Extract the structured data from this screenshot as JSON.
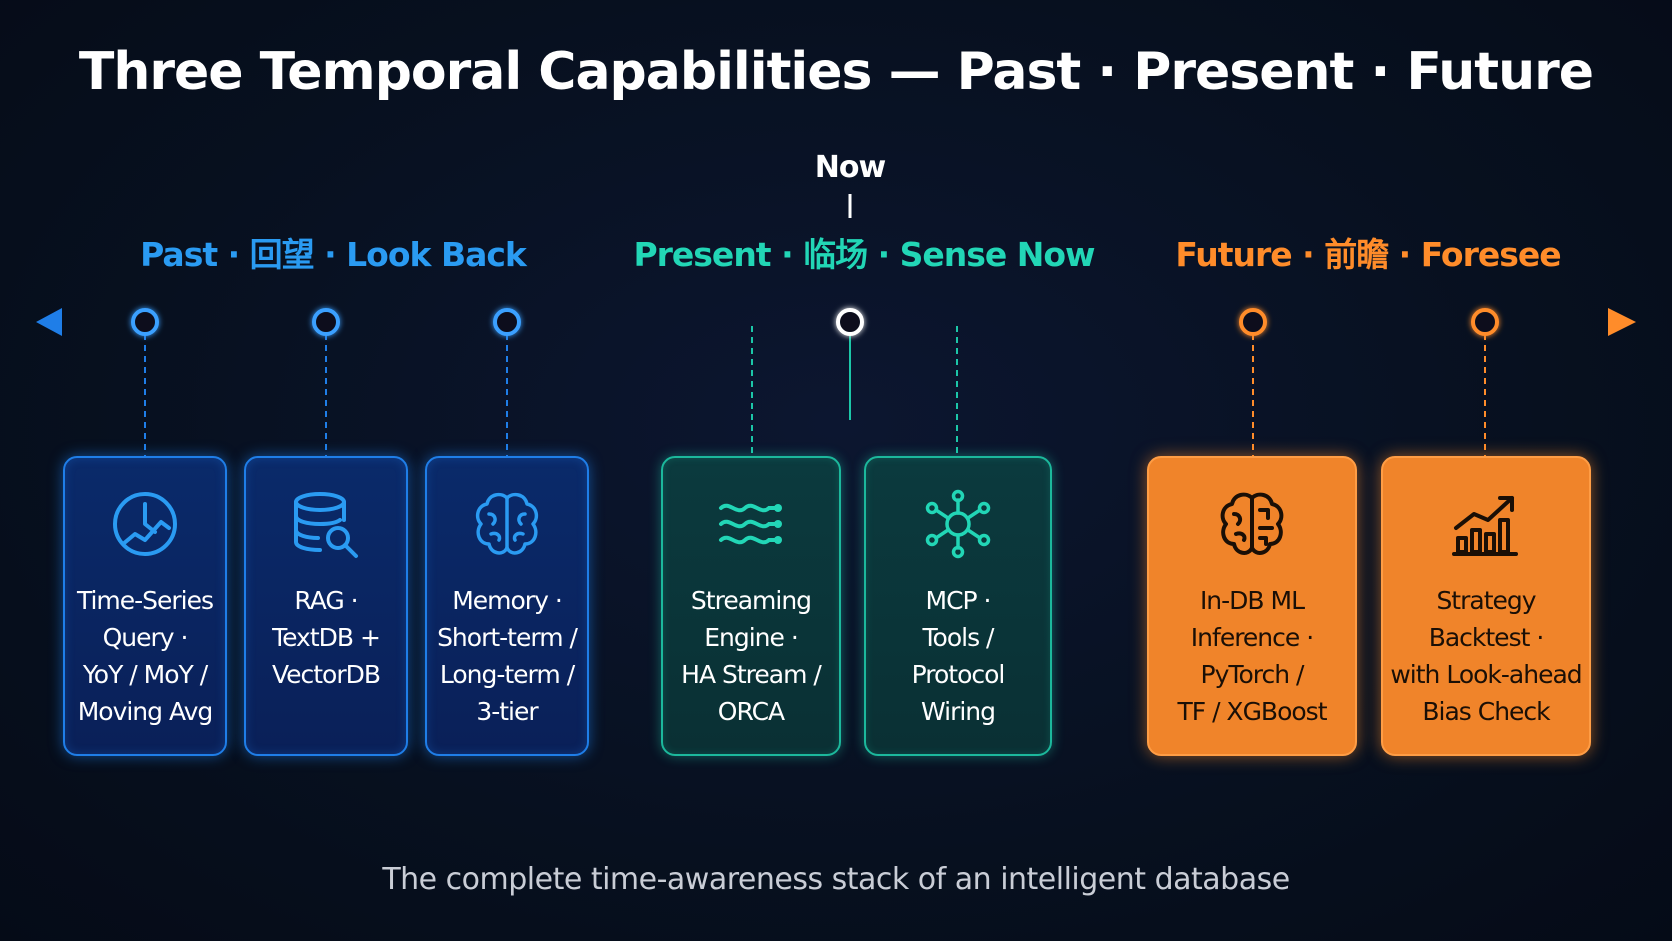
{
  "title": "Three Temporal Capabilities — Past · Present · Future",
  "now_label": "Now",
  "phases": {
    "past": "Past · 回望 · Look Back",
    "present": "Present · 临场 · Sense Now",
    "future": "Future · 前瞻 · Foresee"
  },
  "colors": {
    "past": "#1f7ee8",
    "present": "#1cc6a8",
    "future": "#ff8c2a",
    "background": "#07101f"
  },
  "cards": [
    {
      "phase": "past",
      "icon": "time-series-chart-icon",
      "text": "Time-Series\nQuery ·\nYoY / MoY /\nMoving Avg"
    },
    {
      "phase": "past",
      "icon": "database-search-icon",
      "text": "RAG ·\nTextDB +\nVectorDB"
    },
    {
      "phase": "past",
      "icon": "brain-icon",
      "text": "Memory ·\nShort-term /\nLong-term /\n3-tier"
    },
    {
      "phase": "present",
      "icon": "stream-waves-icon",
      "text": "Streaming\nEngine ·\nHA Stream /\nORCA"
    },
    {
      "phase": "present",
      "icon": "network-hub-icon",
      "text": "MCP ·\nTools /\nProtocol\nWiring"
    },
    {
      "phase": "future",
      "icon": "ml-brain-icon",
      "text": "In-DB ML\nInference ·\nPyTorch /\nTF / XGBoost"
    },
    {
      "phase": "future",
      "icon": "growth-bar-chart-icon",
      "text": "Strategy\nBacktest ·\nwith Look-ahead\nBias Check"
    }
  ],
  "subtitle": "The complete time-awareness stack of an intelligent database"
}
